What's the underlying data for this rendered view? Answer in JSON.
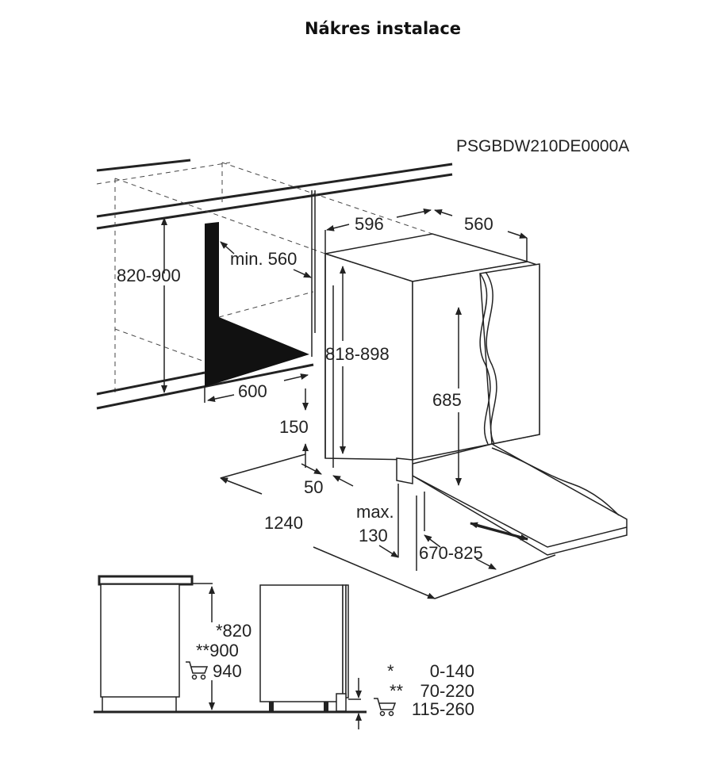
{
  "title": "Nákres instalace",
  "model_code": "PSGBDW210DE0000A",
  "dimensions": {
    "niche_height": "820-900",
    "niche_min_depth": "min. 560",
    "appliance_width": "596",
    "appliance_depth": "560",
    "appliance_height": "818-898",
    "niche_width": "600",
    "door_height": "685",
    "plinth_height": "150",
    "plinth_depth": "50",
    "total_depth_open": "1240",
    "max_label": "max.",
    "max_value": "130",
    "door_travel": "670-825"
  },
  "side_view": {
    "heights": [
      "*820",
      "**900",
      "940"
    ],
    "plinth_ranges": [
      {
        "mark": "*",
        "value": "0-140"
      },
      {
        "mark": "**",
        "value": "70-220"
      },
      {
        "mark": "",
        "value": "115-260"
      }
    ]
  }
}
